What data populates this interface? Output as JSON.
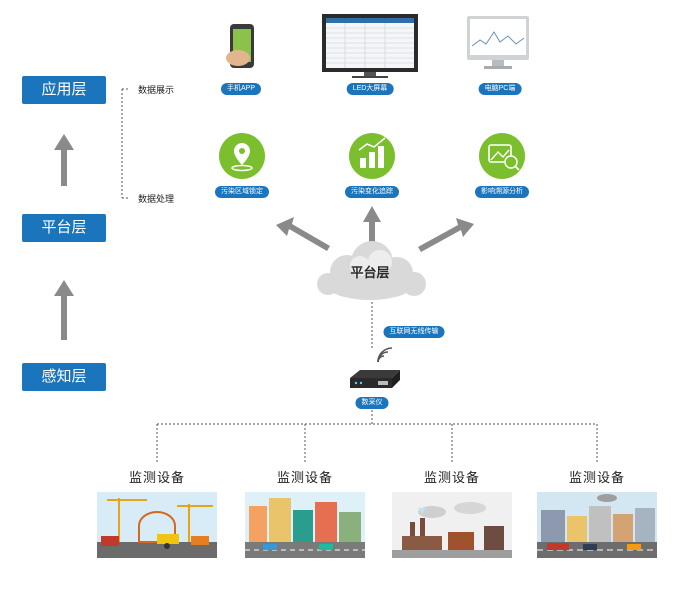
{
  "layers": {
    "application": "应用层",
    "platform": "平台层",
    "perception": "感知层"
  },
  "side_labels": {
    "display": "数据展示",
    "processing": "数据处理"
  },
  "display_apps": [
    {
      "label": "手机APP",
      "icon": "smartphone-icon"
    },
    {
      "label": "LED大屏幕",
      "icon": "monitor-icon"
    },
    {
      "label": "电脑PC端",
      "icon": "pc-monitor-icon"
    }
  ],
  "processing_features": [
    {
      "label": "污染区域锁定",
      "icon": "location-pin-icon"
    },
    {
      "label": "污染变化追踪",
      "icon": "factory-chart-icon"
    },
    {
      "label": "影响溯源分析",
      "icon": "image-analysis-icon"
    }
  ],
  "cloud_label": "平台层",
  "transmission_label": "互联网无线传输",
  "gateway_label": "数采仪",
  "devices": [
    {
      "title": "监测设备",
      "scene": "construction-site"
    },
    {
      "title": "监测设备",
      "scene": "city-street"
    },
    {
      "title": "监测设备",
      "scene": "industrial-factory"
    },
    {
      "title": "监测设备",
      "scene": "town-road"
    }
  ],
  "colors": {
    "accent": "#1b75bc",
    "green": "#7bbf2e",
    "arrow": "#8a8a8a",
    "cloud": "#d9d9d9"
  }
}
